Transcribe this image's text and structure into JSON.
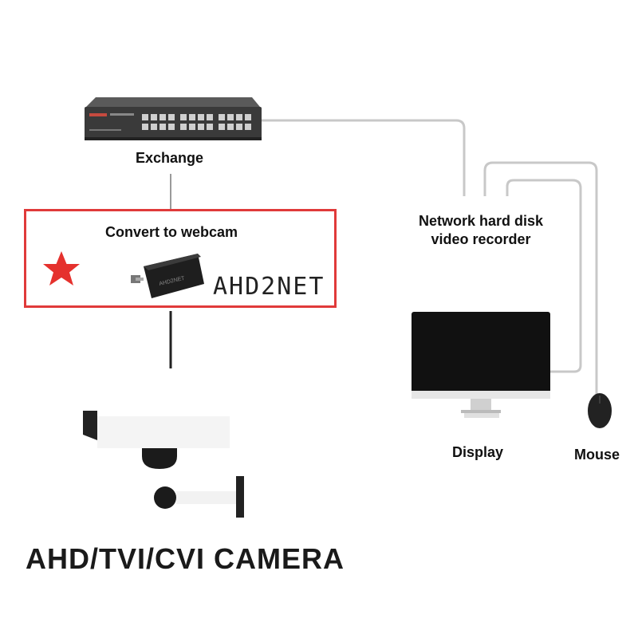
{
  "labels": {
    "exchange": "Exchange",
    "convert": "Convert to webcam",
    "device_brand": "AHD2NET",
    "nvr_line1": "Network hard disk",
    "nvr_line2": "video recorder",
    "display": "Display",
    "mouse": "Mouse",
    "camera": "AHD/TVI/CVI CAMERA"
  },
  "icons": {
    "switch": "network-switch-icon",
    "converter": "ahd2net-converter-icon",
    "star": "star-icon",
    "monitor": "monitor-icon",
    "mouse": "mouse-icon",
    "camera": "cctv-camera-icon"
  },
  "colors": {
    "accent_red": "#e03a3a",
    "line_gray": "#c8c8c8",
    "device_dark": "#2a2a2a"
  }
}
